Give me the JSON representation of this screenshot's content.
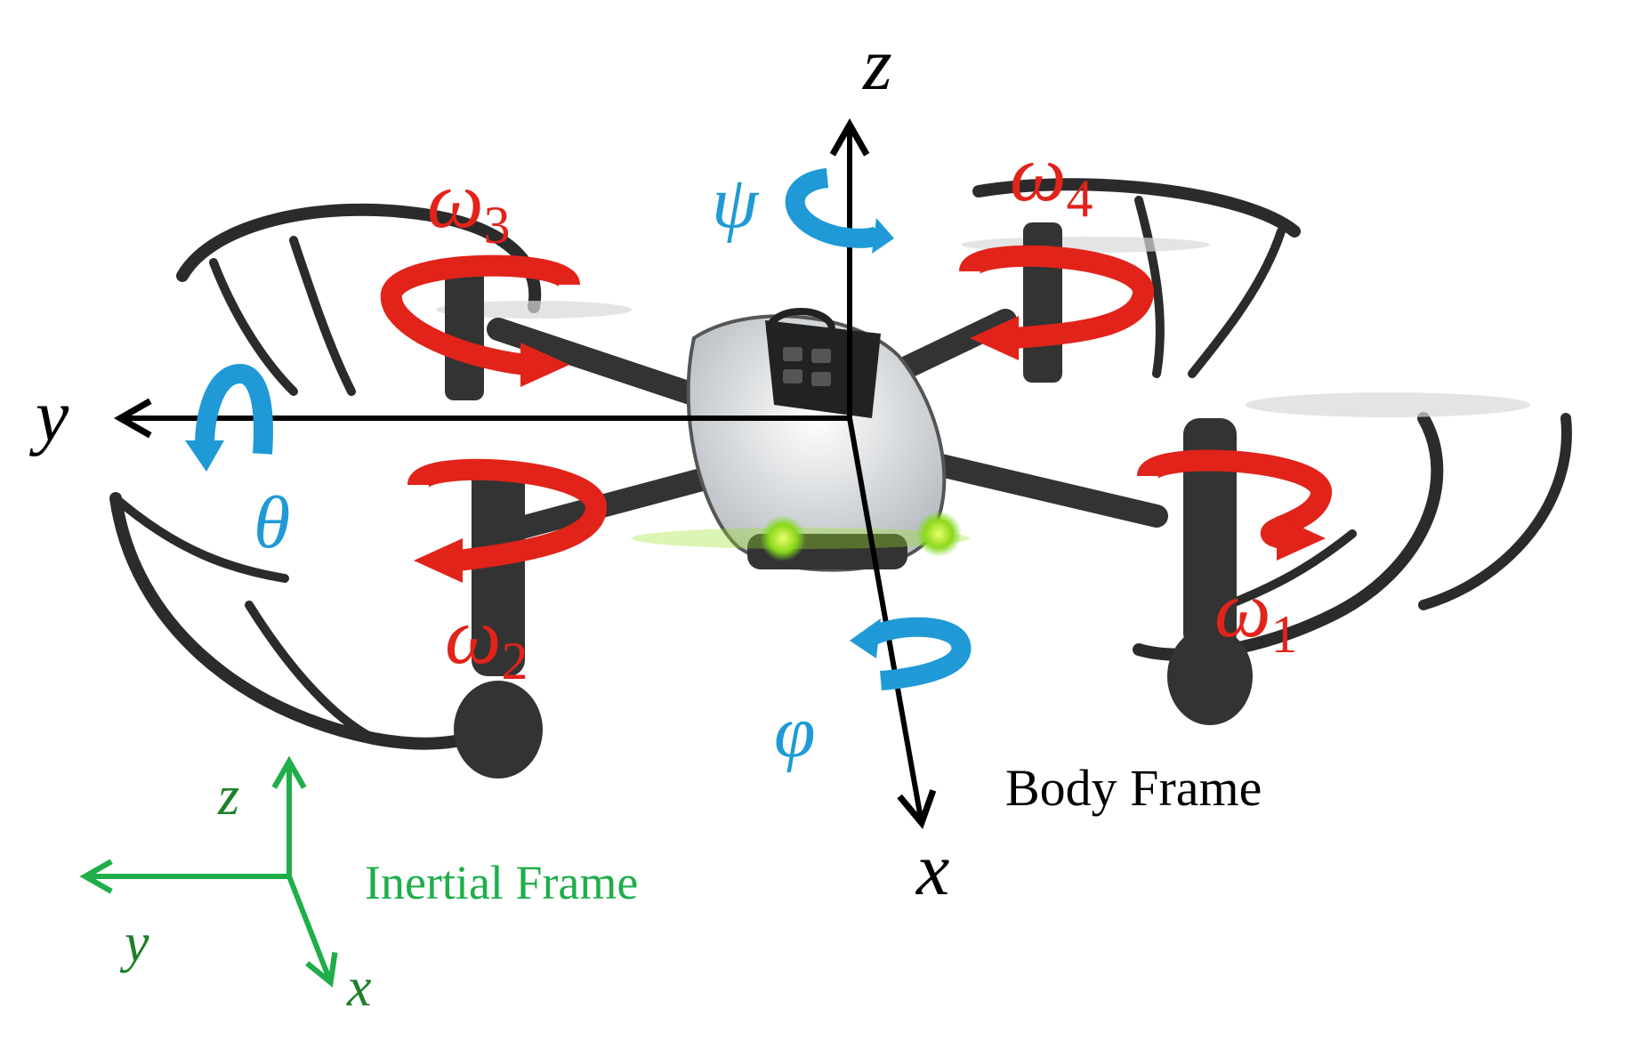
{
  "body_frame": {
    "label": "Body Frame",
    "axes": {
      "z": "z",
      "y": "y",
      "x": "x"
    },
    "color": "#000000"
  },
  "inertial_frame": {
    "label": "Inertial Frame",
    "axes": {
      "z": "z",
      "y": "y",
      "x": "x"
    },
    "color": "#1fae4a"
  },
  "rotations": {
    "yaw": "ψ",
    "pitch": "θ",
    "roll": "φ",
    "color": "#1f9ad6"
  },
  "rotors": [
    {
      "symbol": "ω",
      "index": "1"
    },
    {
      "symbol": "ω",
      "index": "2"
    },
    {
      "symbol": "ω",
      "index": "3"
    },
    {
      "symbol": "ω",
      "index": "4"
    }
  ],
  "rotor_color": "#e2231a",
  "drone_colors": {
    "frame": "#2b2b2b",
    "body": "#e8eaec",
    "lights": "#9be22a"
  }
}
